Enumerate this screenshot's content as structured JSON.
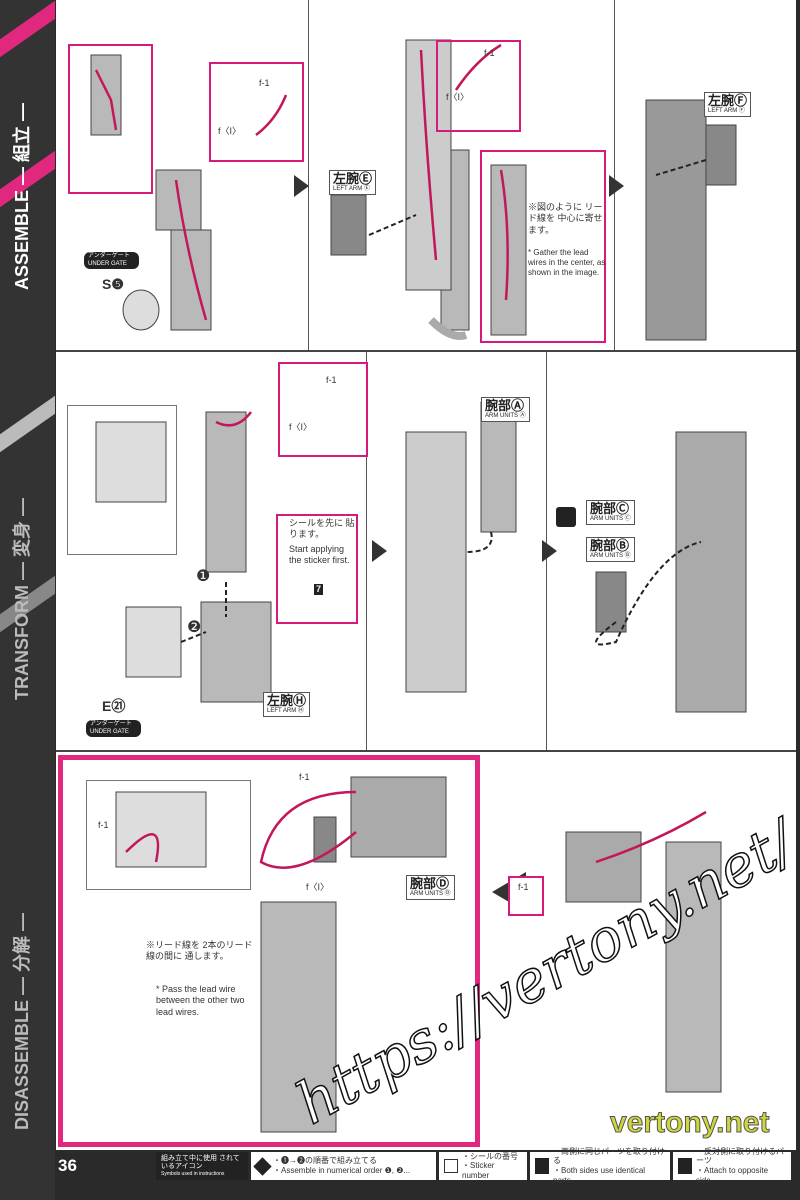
{
  "sidebar": {
    "sections": [
      {
        "label": "ASSEMBLE — 組立 —",
        "active": true
      },
      {
        "label": "TRANSFORM — 変身 —",
        "active": false
      },
      {
        "label": "DISASSEMBLE — 分解 —",
        "active": false
      }
    ]
  },
  "accent_color": "#d81b7a",
  "step1": {
    "wire_f1": "f-1",
    "wire_fI": "f〈I〉",
    "under_gate": "アンダーゲート UNDER GATE",
    "part_s5": "S❺",
    "left_arm_e": "左腕Ⓔ",
    "left_arm_e_en": "LEFT ARM Ⓔ",
    "note_jp": "※図のように リード線を 中心に寄せます。",
    "note_en": "* Gather the lead wires in the center, as shown in the image.",
    "left_arm_f": "左腕Ⓕ",
    "left_arm_f_en": "LEFT ARM Ⓕ",
    "wire_f1b": "f-1",
    "wire_fIb": "f〈I〉"
  },
  "step2": {
    "wire_f1": "f-1",
    "wire_fI": "f〈I〉",
    "sticker_note_jp": "シールを先に 貼ります。",
    "sticker_note_en": "Start applying the sticker first.",
    "sticker_num": "7",
    "order1": "❶",
    "order2": "❷",
    "part_e21": "E㉑",
    "under_gate": "アンダーゲート UNDER GATE",
    "left_arm_h": "左腕Ⓗ",
    "left_arm_h_en": "LEFT ARM Ⓗ",
    "arm_a": "腕部Ⓐ",
    "arm_a_en": "ARM UNITS Ⓐ",
    "arm_c": "腕部Ⓒ",
    "arm_c_en": "ARM UNITS Ⓒ",
    "arm_b": "腕部Ⓑ",
    "arm_b_en": "ARM UNITS Ⓑ"
  },
  "step3": {
    "wire_f1": "f-1",
    "wire_f1b": "f-1",
    "wire_fI": "f〈I〉",
    "arm_d": "腕部Ⓓ",
    "arm_d_en": "ARM UNITS Ⓓ",
    "note_jp": "※リード線を 2本のリード線の間に 通します。",
    "note_en": "* Pass the lead wire between the other two lead wires.",
    "wire_f1c": "f-1"
  },
  "footer": {
    "page_number": "36",
    "legend_title_jp": "組み立て中に使用 されているアイコン",
    "legend_title_en": "Symbols used in instructions",
    "items": [
      {
        "jp": "・❶→❷の順番で組み立てる",
        "en": "・Assemble in numerical order ❶, ❷..."
      },
      {
        "jp": "・シールの番号",
        "en": "・Sticker number"
      },
      {
        "jp": "・両側に同じパーツを取り付ける",
        "en": "・Both sides use identical parts."
      },
      {
        "jp": "・反対側に取り付けるパーツ",
        "en": "・Attach to opposite side."
      }
    ]
  },
  "watermark": {
    "url": "https://vertony.net/",
    "site": "vertony.net"
  }
}
